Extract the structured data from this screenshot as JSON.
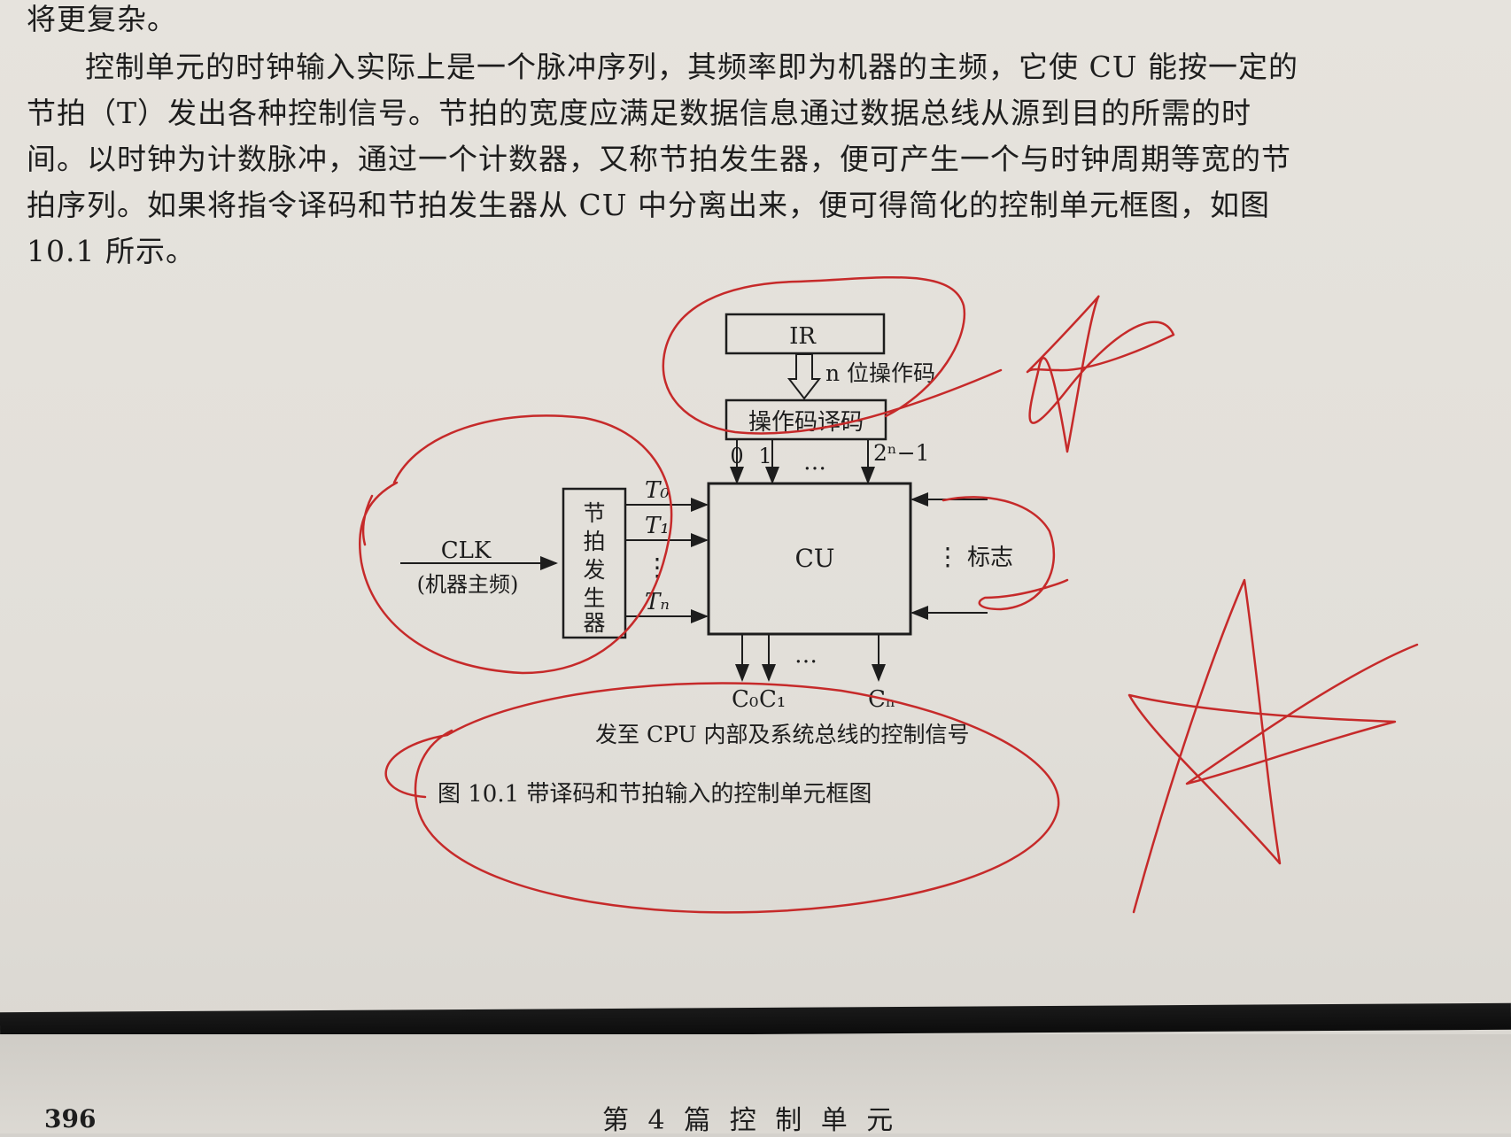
{
  "body_text": {
    "line1": "将更复杂。",
    "line2": "控制单元的时钟输入实际上是一个脉冲序列，其频率即为机器的主频，它使 CU 能按一定的",
    "line3": "节拍（T）发出各种控制信号。节拍的宽度应满足数据信息通过数据总线从源到目的所需的时",
    "line4": "间。以时钟为计数脉冲，通过一个计数器，又称节拍发生器，便可产生一个与时钟周期等宽的节",
    "line5": "拍序列。如果将指令译码和节拍发生器从 CU 中分离出来，便可得简化的控制单元框图，如图",
    "line6": "10.1 所示。"
  },
  "figure": {
    "ir_label": "IR",
    "opcode_bits_label": "n 位操作码",
    "decoder_label": "操作码译码",
    "decoder_outputs": [
      "0",
      "1",
      "…",
      "2ⁿ−1"
    ],
    "clock_label": "CLK",
    "clock_sub_label": "(机器主频)",
    "timing_generator_label": [
      "节",
      "拍",
      "发",
      "生",
      "器"
    ],
    "timing_signals": [
      "T₀",
      "T₁",
      "⋮",
      "Tₙ"
    ],
    "cu_label": "CU",
    "flags_dots": "⋮",
    "flags_label": "标志",
    "control_outputs": [
      "C₀",
      "C₁",
      "…",
      "Cₙ"
    ],
    "control_outputs_caption": "发至 CPU 内部及系统总线的控制信号",
    "caption": "图 10.1   带译码和节拍输入的控制单元框图"
  },
  "footer": {
    "page_number": "396",
    "running_head": "第 4 篇   控 制 单 元"
  },
  "colors": {
    "ink": "#1d1d1d",
    "red_pen": "#c62a2a",
    "paper": "#e4e1db"
  }
}
